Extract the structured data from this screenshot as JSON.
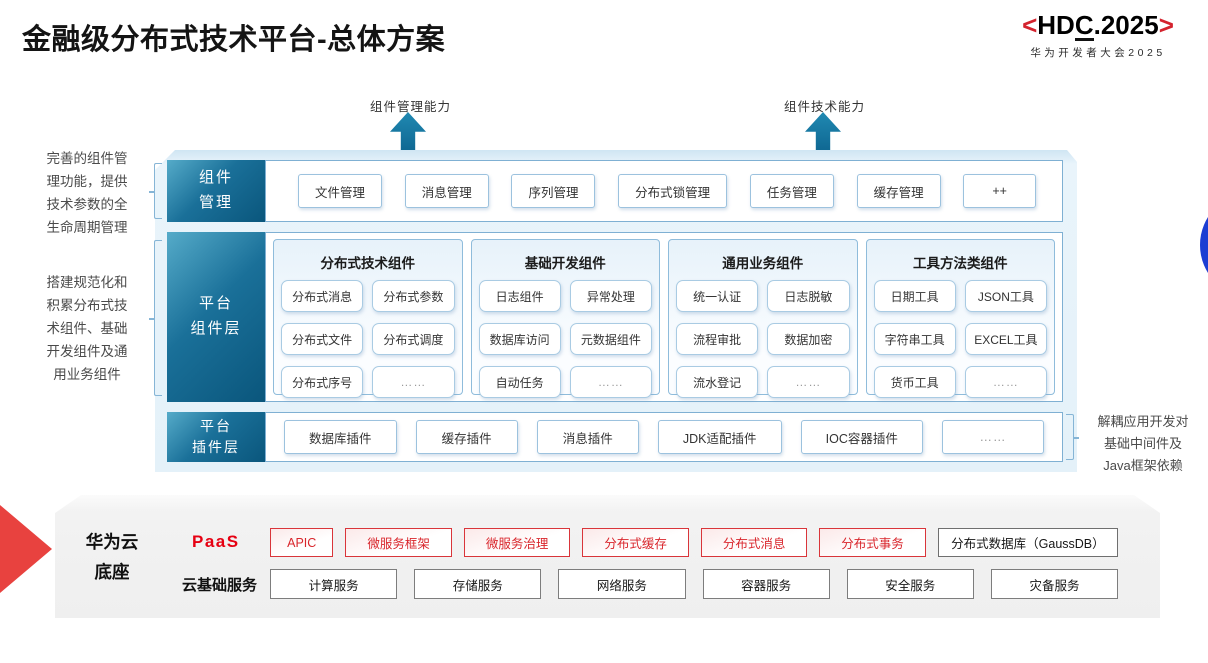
{
  "header": {
    "title": "金融级分布式技术平台-总体方案",
    "logo": {
      "bracket_left": "<",
      "hdc_pre": "HD",
      "hdc_c": "C",
      "hdc_post": ".2025",
      "bracket_right": ">",
      "subtitle": "华为开发者大会2025"
    }
  },
  "capability_arrows": {
    "left_label": "组件管理能力",
    "right_label": "组件技术能力"
  },
  "left_notes": {
    "note1": "完善的组件管\n理功能，提供\n技术参数的全\n生命周期管理",
    "note2": "搭建规范化和\n积累分布式技\n术组件、基础\n开发组件及通\n用业务组件"
  },
  "right_note": "解耦应用开发对\n基础中间件及\nJava框架依赖",
  "rows": {
    "component_mgmt": {
      "label": "组件\n管理",
      "items": [
        "文件管理",
        "消息管理",
        "序列管理",
        "分布式锁管理",
        "任务管理",
        "缓存管理",
        "++"
      ]
    },
    "platform_components": {
      "label": "平台\n组件层",
      "groups": [
        {
          "title": "分布式技术组件",
          "items": [
            "分布式消息",
            "分布式参数",
            "分布式文件",
            "分布式调度",
            "分布式序号",
            "……"
          ]
        },
        {
          "title": "基础开发组件",
          "items": [
            "日志组件",
            "异常处理",
            "数据库访问",
            "元数据组件",
            "自动任务",
            "……"
          ]
        },
        {
          "title": "通用业务组件",
          "items": [
            "统一认证",
            "日志脱敏",
            "流程审批",
            "数据加密",
            "流水登记",
            "……"
          ]
        },
        {
          "title": "工具方法类组件",
          "items": [
            "日期工具",
            "JSON工具",
            "字符串工具",
            "EXCEL工具",
            "货币工具",
            "……"
          ]
        }
      ]
    },
    "platform_plugins": {
      "label": "平台\n插件层",
      "items": [
        "数据库插件",
        "缓存插件",
        "消息插件",
        "JDK适配插件",
        "IOC容器插件",
        "……"
      ]
    }
  },
  "cloud_base": {
    "label": "华为云\n底座",
    "paas": {
      "label": "PaaS",
      "red_items": [
        "APIC",
        "微服务框架",
        "微服务治理",
        "分布式缓存",
        "分布式消息",
        "分布式事务"
      ],
      "dark_item": "分布式数据库（GaussDB）"
    },
    "cloud_services": {
      "label": "云基础服务",
      "items": [
        "计算服务",
        "存储服务",
        "网络服务",
        "容器服务",
        "安全服务",
        "灾备服务"
      ]
    }
  },
  "colors": {
    "teal_label": "#0d6590",
    "slab_blue": "#e4f1f9",
    "accent_red": "#d9262c",
    "paas_red": "#e60012",
    "blue_circle": "#1d3ed3"
  }
}
